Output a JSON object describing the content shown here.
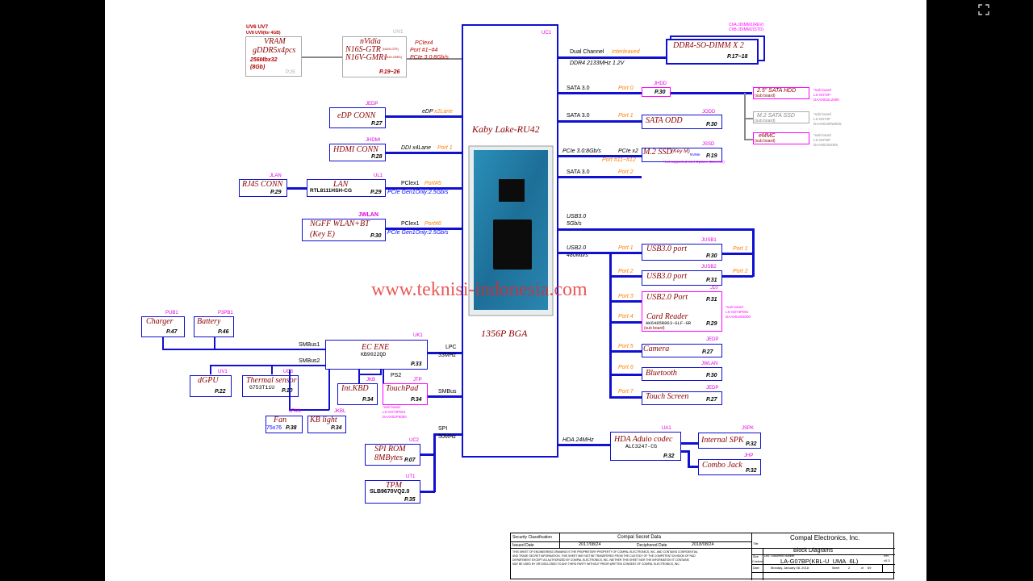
{
  "cpu": {
    "ref": "UC1",
    "name": "Kaby Lake-RU42",
    "package": "1356P BGA"
  },
  "watermark": "www.teknisi-indonesia.com",
  "vram": {
    "ref_a": "UV6  UV7",
    "ref_b": "UV8 UV9(for 4GB)",
    "title_a": "VRAM",
    "title_b": "gDDR5x4pcs",
    "desc_a": "256Mbx32",
    "desc_b": "(8Gb)",
    "page": "P.25"
  },
  "gpu": {
    "ref": "UV1",
    "brand": "nVidia",
    "model_a": "N16S-GTR",
    "model_b": "N16V-GMR1",
    "tag_a": "(N16S-GTR)",
    "tag_b": "(N16V-GMR1)",
    "page": "P.19~26",
    "link_a": "PClex4",
    "link_b": "Port #1~#4",
    "link_c": "PCIe 3.0:8Gb/s"
  },
  "ddr": {
    "note_a": "ChA:JDIMM1(REV)",
    "note_b": "ChB:JDIMM2(STD)",
    "title": "DDR4-SO-DIMM X 2",
    "page": "P.17~18",
    "bus_a": "Dual Channel",
    "bus_a2": "Interleaved",
    "bus_b": "DDR4 2133MHz 1.2V"
  },
  "edp": {
    "ref": "JEDP",
    "title": "eDP CONN",
    "page": "P.27",
    "bus": "eDP",
    "bus2": "x2Lane"
  },
  "hdmi": {
    "ref": "JHDMI",
    "title": "HDMI CONN",
    "page": "P.28",
    "bus": "DDI x4Lane",
    "port": "Port 1"
  },
  "lan": {
    "ref_rj": "JLAN",
    "rj": "RJ45 CONN",
    "rj_page": "P.29",
    "ref": "UL1",
    "title": "LAN",
    "chip": "RTL8111HSH-CG",
    "page": "P.29",
    "bus": "PClex1",
    "port": "Port#5",
    "speed": "PCIe Gen1Only:2.5Gb/s"
  },
  "wlan": {
    "ref": "JWLAN",
    "title_a": "NGFF WLAN+BT",
    "title_b": "(Key E)",
    "page": "P.30",
    "bus": "PClex1",
    "port": "Port#6",
    "speed": "PCIe Gen1Only:2.5Gb/s"
  },
  "sata0": {
    "bus": "SATA 3.0",
    "port": "Port 0",
    "ref": "JHDD",
    "page": "P.30",
    "hdd": "2.5\" SATA HDD",
    "hdd_sub": "(sub board)",
    "hdd_note_a": "*sub board",
    "hdd_note_b": "LS-G072P",
    "hdd_note_c": "DAA0002L2000",
    "ssd": "M.2 SATA SSD",
    "ssd_sub": "(sub board)",
    "ssd_note_a": "*sub board",
    "ssd_note_b": "LS-G074P",
    "ssd_note_c": "DAA0010RW00S",
    "emmc": "eMMC",
    "emmc_sub": "(sub board)",
    "emmc_note_a": "*sub board",
    "emmc_note_b": "LS-G075P",
    "emmc_note_c": "DAA0010S00S"
  },
  "sata1": {
    "bus": "SATA 3.0",
    "port": "Port 1",
    "ref": "JODD",
    "title": "SATA ODD",
    "page": "P.30"
  },
  "m2": {
    "bus": "PCIe 3.0:8Gb/s",
    "bus2": "PCIe x2",
    "port": "Port #11~#12",
    "ref": "JSSD",
    "title": "M.2 SSD",
    "key": "(Key M)",
    "nvme": "NVMe",
    "page": "P.19",
    "note": "*not supported Intel Optane (Brtenlov)"
  },
  "sata2": {
    "bus": "SATA 3.0"
  },
  "usb": {
    "usb3": "USB3.0",
    "usb3s": "5Gb/s",
    "usb2": "USB2.0",
    "usb2s": "480Mb/s",
    "p1": "Port 1",
    "p2": "Port 2",
    "p3": "Port 3",
    "p4": "Port 4",
    "p5": "Port 5",
    "p6": "Port 6",
    "p7": "Port 7",
    "r1": "Port 1",
    "r2": "Port 2",
    "u1_ref": "JUSB1",
    "u1": "USB3.0 port",
    "u1_page": "P.30",
    "u2_ref": "JUSB2",
    "u2": "USB3.0 port",
    "u2_page": "P.31",
    "j10_ref": "J10",
    "usb2port": "USB2.0 Port",
    "usb2_page": "P.31",
    "cr": "Card Reader",
    "cr_chip": "AK6485R863-GLF-GR",
    "cr_sub": "(sub board)",
    "cr_page": "P.29",
    "cr_note_a": "*sub board",
    "cr_note_b": "LS-G073P001",
    "cr_note_c": "DAA001W3000",
    "cam_ref": "JEDP",
    "cam": "Camera",
    "cam_page": "P.27",
    "bt_ref": "JWLAN",
    "bt": "Bluetooth",
    "bt_page": "P.30",
    "ts_ref": "JEDP",
    "ts": "Touch Screen",
    "ts_page": "P.27"
  },
  "ec": {
    "ref": "UK1",
    "title": "EC ENE",
    "chip": "KB9022QD",
    "page": "P.33",
    "smb1": "SMBus1",
    "smb2": "SMBus2",
    "lpc": "LPC",
    "lpc_s": "33MHz",
    "smbus": "SMBus",
    "ps2": "PS2",
    "spi": "SPI",
    "spi_s": "50MHz"
  },
  "charger": {
    "ref": "PUB1",
    "title": "Charger",
    "page": "P.47"
  },
  "battery": {
    "ref": "P3PB1",
    "title": "Battery",
    "page": "P.46"
  },
  "dgpu": {
    "ref": "UV1",
    "title": "dGPU",
    "page": "P.22"
  },
  "thermal": {
    "ref": "UC3",
    "title": "Thermal sensor",
    "chip": "G753T11U",
    "page": "P.10"
  },
  "kbd": {
    "ref": "JKB",
    "title": "Int.KBD",
    "page": "P.34"
  },
  "tp": {
    "ref": "JTP",
    "title": "TouchPad",
    "page": "P.34",
    "note_a": "*sub board",
    "note_b": "LS-G073P001",
    "note_c": "DAA002P6000"
  },
  "fan": {
    "ref": "JFAN",
    "title": "Fan",
    "size": "75x76",
    "page": "P.38"
  },
  "kbl": {
    "ref": "JKBL",
    "title": "KB light",
    "page": "P.34"
  },
  "spirom": {
    "ref": "UC2",
    "title_a": "SPI ROM",
    "title_b": "8MBytes",
    "page": "P.07"
  },
  "tpm": {
    "ref": "UT1",
    "title": "TPM",
    "chip": "SLB9670VQ2.0",
    "page": "P.35"
  },
  "audio": {
    "bus": "HDA 24MHz",
    "ref": "UA1",
    "title": "HDA Aduio codec",
    "chip": "ALC3247-CG",
    "page": "P.32",
    "spk_ref": "JSPK",
    "spk": "Internal SPK",
    "spk_page": "P.32",
    "jack_ref": "JHP",
    "jack": "Combo Jack",
    "jack_page": "P.32"
  },
  "titleblock": {
    "sec": "Security Classification",
    "sec_v": "Compal Secret Data",
    "issued": "Issued Date",
    "issued_v": "2017/08/24",
    "deciphered": "Deciphered Date",
    "deciphered_v": "2018/08/24",
    "company": "Compal Electronics, Inc.",
    "title_l": "Title",
    "title_v": "Block Diagrams",
    "doc_l": "Doc. Document Number",
    "doc_v": "LA-G07BP(KBL-U_UMA_6L)",
    "rev_l": "Rev",
    "rev_v": "v0.3",
    "size_l": "Size",
    "size_v": "Custom",
    "date_l": "Date:",
    "date_v": "Monday, January 08, 2018",
    "sheet_l": "Sheet",
    "sheet_v": "2",
    "of_l": "of",
    "of_v": "69",
    "legal_a": "THIS SHEET OF ENGINEERING DRAWING IS THE PROPRIETARY PROPERTY OF COMPAL ELECTRONICS, INC. AND CONTAINS CONFIDENTIAL",
    "legal_b": "AND TRADE SECRET INFORMATION. THIS SHEET MAY NOT BE TRANSFERED FROM THE CUSTODY OF THE COMPETENT DIVISION OF R&D",
    "legal_c": "DEPARTMENT EXCEPT AS AUTHORIZED BY COMPAL ELECTRONICS, INC. NEITHER THIS SHEET NOR THE INFORMATION IT CONTAINS",
    "legal_d": "MAY BE USED BY OR DISCLOSED TO ANY THIRD PARTY WITHOUT PRIOR WRITTEN CONSENT OF COMPAL ELECTRONICS, INC."
  },
  "icons": {
    "topright": "expand-icon"
  }
}
